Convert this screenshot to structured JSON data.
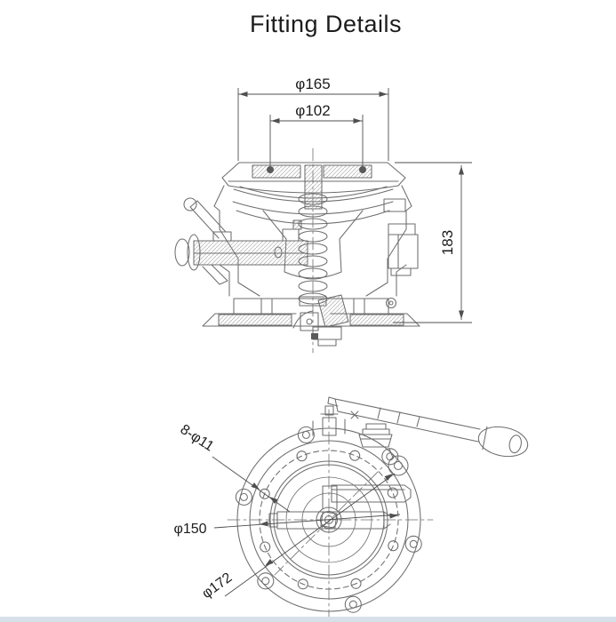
{
  "title": "Fitting Details",
  "side_view": {
    "dim_outer_diameter": "φ165",
    "dim_inner_diameter": "φ102",
    "dim_height": "183"
  },
  "bottom_view": {
    "label_bolt_holes": "8-φ11",
    "label_bolt_circle": "φ150",
    "label_flange_diameter": "φ172",
    "bolt_hole_count": 8
  },
  "colors": {
    "drawing_line": "#6e6e6e",
    "dimension_line": "#4f4f4f",
    "text": "#1c1c1c",
    "bottom_bar": "#d7e0e8",
    "page_background": "#ffffff"
  }
}
